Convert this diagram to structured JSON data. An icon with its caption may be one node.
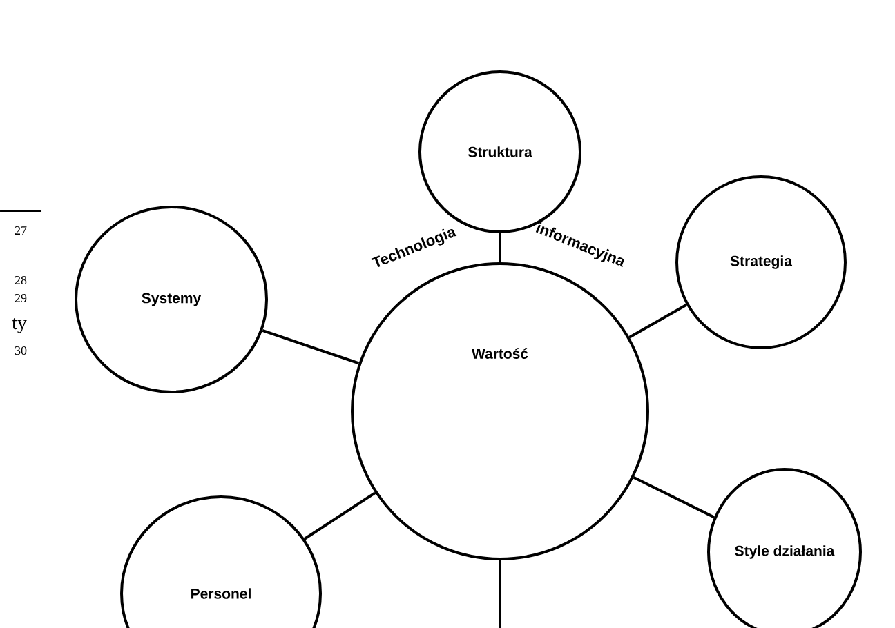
{
  "diagram": {
    "nodes": [
      {
        "text": [
          "Struktura"
        ]
      },
      {
        "text": [
          "Systemy"
        ]
      },
      {
        "text": [
          "Strategia"
        ]
      },
      {
        "text": [
          "Wartość"
        ]
      },
      {
        "text": [
          "Personel"
        ]
      },
      {
        "text": [
          "Style działania"
        ]
      }
    ],
    "edges": [
      {
        "from": 3,
        "to": 0,
        "arrow": "none"
      },
      {
        "from": 3,
        "to": 1,
        "arrow": "none"
      },
      {
        "from": 3,
        "to": 2,
        "arrow": "none"
      },
      {
        "from": 3,
        "to": 4,
        "arrow": "none"
      },
      {
        "from": 3,
        "to": 5,
        "arrow": "none"
      },
      {
        "from": 3,
        "to": null,
        "arrow": "none"
      }
    ],
    "labels": [
      "27",
      "28",
      "29",
      "ty",
      "30",
      "Technologia",
      "informacyjna"
    ]
  }
}
